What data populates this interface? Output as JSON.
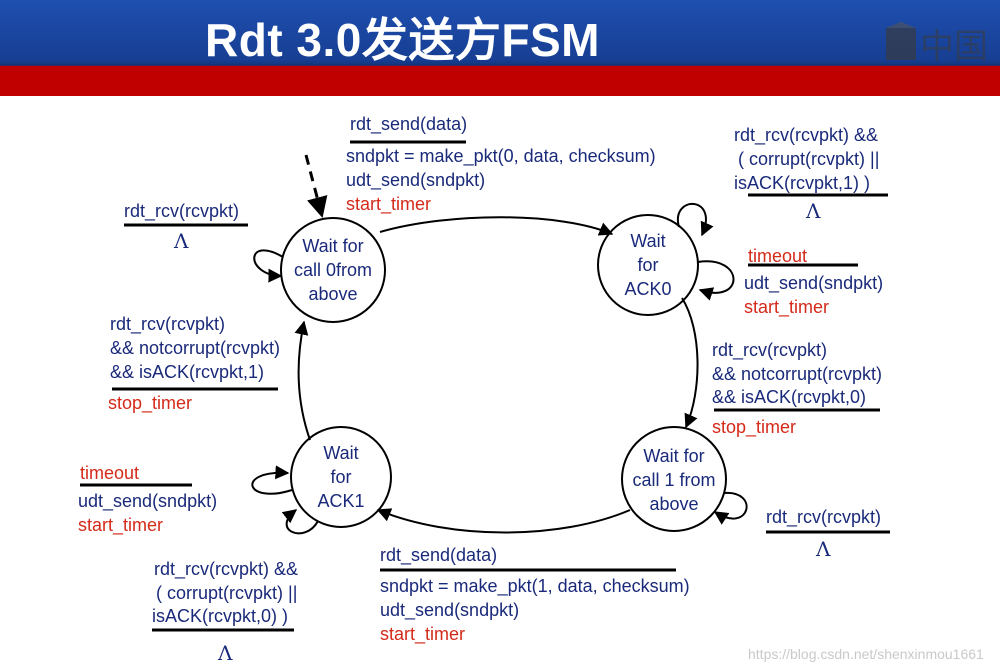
{
  "header": {
    "title": "Rdt 3.0发送方FSM",
    "logo_text": "中国"
  },
  "states": {
    "s0": {
      "label": "Wait for\ncall 0from\nabove"
    },
    "s1": {
      "label": "Wait\nfor\nACK0"
    },
    "s2": {
      "label": "Wait for\ncall 1 from\nabove"
    },
    "s3": {
      "label": "Wait\nfor\nACK1"
    }
  },
  "transitions": {
    "send0": {
      "event": "rdt_send(data)",
      "actions": [
        "sndpkt = make_pkt(0, data, checksum)",
        "udt_send(sndpkt)"
      ],
      "timer": "start_timer"
    },
    "self0": {
      "event": "rdt_rcv(rcvpkt)",
      "lambda": "Λ"
    },
    "ack0_bad": {
      "event": [
        "rdt_rcv(rcvpkt) &&",
        "( corrupt(rcvpkt) ||",
        "isACK(rcvpkt,1) )"
      ],
      "lambda": "Λ"
    },
    "timeout0": {
      "event": "timeout",
      "action": "udt_send(sndpkt)",
      "timer": "start_timer"
    },
    "ack0_ok": {
      "event": [
        "rdt_rcv(rcvpkt)",
        "&& notcorrupt(rcvpkt)",
        "&& isACK(rcvpkt,0)"
      ],
      "timer": "stop_timer"
    },
    "self2": {
      "event": "rdt_rcv(rcvpkt)",
      "lambda": "Λ"
    },
    "send1": {
      "event": "rdt_send(data)",
      "actions": [
        "sndpkt = make_pkt(1, data, checksum)",
        "udt_send(sndpkt)"
      ],
      "timer": "start_timer"
    },
    "ack1_bad": {
      "event": [
        "rdt_rcv(rcvpkt) &&",
        "( corrupt(rcvpkt) ||",
        "isACK(rcvpkt,0) )"
      ],
      "lambda": "Λ"
    },
    "timeout1": {
      "event": "timeout",
      "action": "udt_send(sndpkt)",
      "timer": "start_timer"
    },
    "ack1_ok": {
      "event": [
        "rdt_rcv(rcvpkt)",
        "&& notcorrupt(rcvpkt)",
        "&& isACK(rcvpkt,1)"
      ],
      "timer": "stop_timer"
    }
  },
  "watermark": "https://blog.csdn.net/shenxinmou1661",
  "colors": {
    "text": "#1a2a7a",
    "timer": "#d42a1a",
    "header_blue": "#1f4fb0",
    "header_red": "#c00000"
  }
}
